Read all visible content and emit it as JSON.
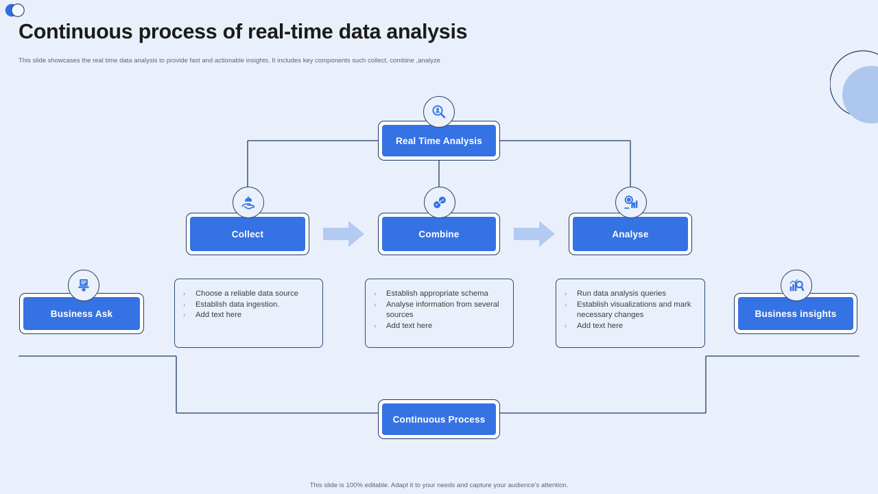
{
  "theme": {
    "background": "#eaf0fb",
    "node_fill": "#3572e3",
    "node_border": "#1f3864",
    "badge_fill": "#eaf1fc",
    "badge_border": "#31466b",
    "card_border": "#2e4a73",
    "wire": "#1f3864",
    "arrow_fill": "#b3caf2",
    "title_color": "#1b1b1b",
    "muted_text": "#5d6470"
  },
  "header": {
    "logo_icon": "two-overlapping-circles-logo",
    "title": "Continuous process of real-time data analysis",
    "subtitle": "This slide showcases the real time data analysis to provide fast and actionable insights. It includes key components such collect, combine ,analyze"
  },
  "diagram": {
    "root": {
      "label": "Real Time Analysis",
      "icon": "magnifier-person-icon"
    },
    "stages": [
      {
        "label": "Collect",
        "icon": "hand-bag-icon"
      },
      {
        "label": "Combine",
        "icon": "merge-arrows-icon"
      },
      {
        "label": "Analyse",
        "icon": "magnifier-bar-chart-icon"
      }
    ],
    "arrows": [
      {
        "name": "arrow-collect-to-combine"
      },
      {
        "name": "arrow-combine-to-analyse"
      }
    ],
    "side_nodes": {
      "left": {
        "label": "Business Ask",
        "icon": "document-download-icon"
      },
      "right": {
        "label": "Business insights",
        "icon": "bar-chart-magnifier-icon"
      }
    },
    "loop_node": {
      "label": "Continuous Process"
    },
    "cards": [
      {
        "name": "collect-details",
        "bullet_glyph": "›",
        "bullets": [
          "Choose a reliable  data source",
          "Establish data  ingestion.",
          "Add text here"
        ]
      },
      {
        "name": "combine-details",
        "bullet_glyph": "›",
        "bullets": [
          "Establish appropriate  schema",
          "Analyse information  from several  sources",
          "Add text here"
        ]
      },
      {
        "name": "analyse-details",
        "bullet_glyph": "›",
        "bullets": [
          "Run data analysis queries",
          "Establish visualizations  and mark necessary changes",
          "Add text here"
        ]
      }
    ]
  },
  "footer": {
    "note": "This slide is 100% editable. Adapt it to your needs and capture your audience’s attention."
  }
}
